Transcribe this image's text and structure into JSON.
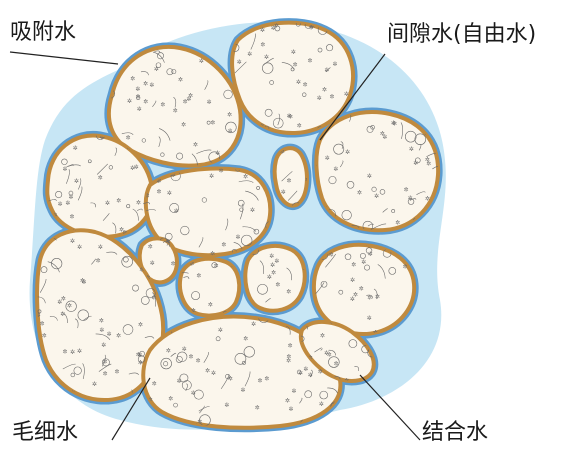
{
  "labels": {
    "adsorbed_water": "吸附水",
    "pore_water": "间隙水(自由水)",
    "capillary_water": "毛细水",
    "bound_water": "结合水"
  },
  "colors": {
    "pore_water_fill": "#c7e6f5",
    "water_film": "#5b9bd0",
    "grain_rim": "#c08a3e",
    "grain_fill": "#fbf6ec",
    "texture": "#6a6a6a"
  }
}
